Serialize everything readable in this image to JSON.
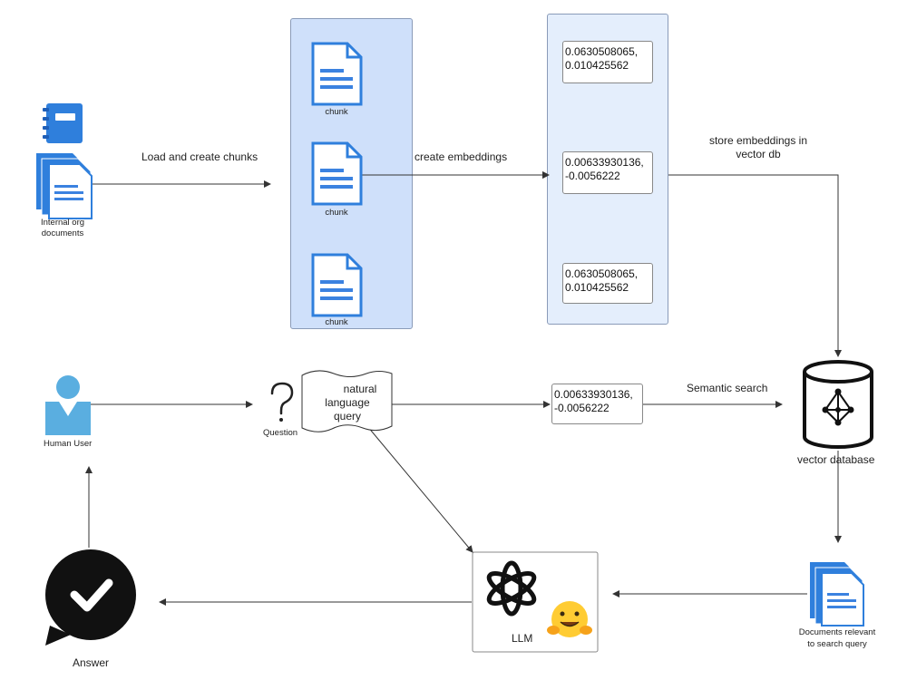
{
  "sources": {
    "label_line1": "Internal org",
    "label_line2": "documents"
  },
  "steps": {
    "load": "Load and create chunks",
    "embed": "create embeddings",
    "store_line1": "store embeddings in",
    "store_line2": "vector db",
    "semantic": "Semantic search"
  },
  "chunks": [
    {
      "label": "chunk"
    },
    {
      "label": "chunk"
    },
    {
      "label": "chunk"
    }
  ],
  "embeddings": [
    {
      "line1": "0.0630508065,",
      "line2": "0.010425562"
    },
    {
      "line1": "0.00633930136,",
      "line2": "-0.0056222"
    },
    {
      "line1": "0.0630508065,",
      "line2": "0.010425562"
    }
  ],
  "user": {
    "label": "Human User"
  },
  "question": {
    "label": "Question",
    "query_line1": "natural",
    "query_line2": "language",
    "query_line3": "query"
  },
  "query_embedding": {
    "line1": "0.00633930136,",
    "line2": "-0.0056222"
  },
  "vector_db": {
    "label": "vector database"
  },
  "relevant_docs": {
    "label_line1": "Documents relevant",
    "label_line2": "to search query"
  },
  "llm": {
    "label": "LLM"
  },
  "answer": {
    "label": "Answer"
  },
  "colors": {
    "doc_blue": "#3b82e0",
    "doc_dark": "#1f5fb8",
    "panel_chunks": "#cfe0fa",
    "panel_vectors": "#e4eefc",
    "user_blue": "#5aaee0",
    "answer_black": "#111111",
    "arrow": "#333333"
  }
}
